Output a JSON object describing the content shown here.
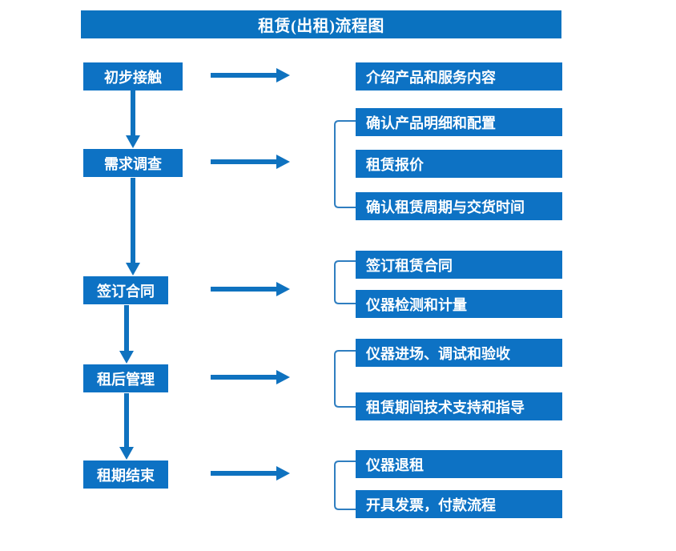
{
  "diagram": {
    "title": "租赁(出租)流程图",
    "colors": {
      "box_fill": "#0d72c4",
      "title_fill": "#0a72c0",
      "arrow": "#0f72bf",
      "bracket": "#2f7ec0",
      "text": "#ffffff",
      "background": "#ffffff"
    },
    "stages": [
      {
        "id": "stage-1",
        "label": "初步接触",
        "outputs": [
          {
            "id": "out-1-1",
            "label": "介绍产品和服务内容"
          }
        ]
      },
      {
        "id": "stage-2",
        "label": "需求调查",
        "outputs": [
          {
            "id": "out-2-1",
            "label": "确认产品明细和配置"
          },
          {
            "id": "out-2-2",
            "label": "租赁报价"
          },
          {
            "id": "out-2-3",
            "label": "确认租赁周期与交货时间"
          }
        ]
      },
      {
        "id": "stage-3",
        "label": "签订合同",
        "outputs": [
          {
            "id": "out-3-1",
            "label": "签订租赁合同"
          },
          {
            "id": "out-3-2",
            "label": "仪器检测和计量"
          }
        ]
      },
      {
        "id": "stage-4",
        "label": "租后管理",
        "outputs": [
          {
            "id": "out-4-1",
            "label": "仪器进场、调试和验收"
          },
          {
            "id": "out-4-2",
            "label": "租赁期间技术支持和指导"
          }
        ]
      },
      {
        "id": "stage-5",
        "label": "租期结束",
        "outputs": [
          {
            "id": "out-5-1",
            "label": "仪器退租"
          },
          {
            "id": "out-5-2",
            "label": "开具发票，付款流程"
          }
        ]
      }
    ],
    "connectors": {
      "vertical_arrows": 4,
      "horizontal_arrows": 5,
      "brackets": 4
    }
  }
}
